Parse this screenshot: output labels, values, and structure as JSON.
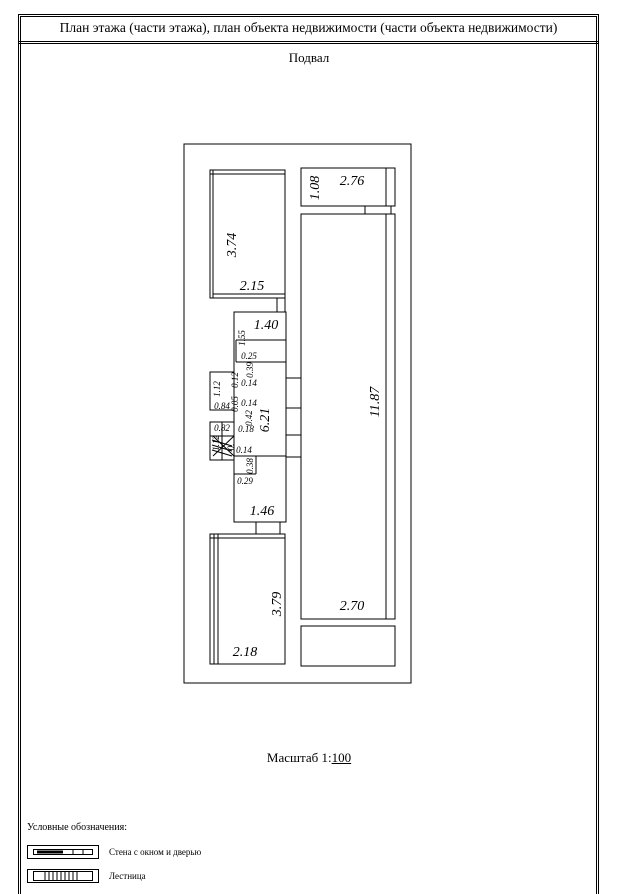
{
  "header": {
    "title": "План этажа (части этажа), план объекта недвижимости (части объекта недвижимости)"
  },
  "floor": {
    "name": "Подвал"
  },
  "plan": {
    "dimensions": {
      "d374": "3.74",
      "d215": "2.15",
      "d108": "1.08",
      "d276": "2.76",
      "d140": "1.40",
      "d155": "1.55",
      "d025": "0.25",
      "d039": "0.39",
      "d112a": "1.12",
      "d084": "0.84",
      "d005": "0.05",
      "d012": "0.12",
      "d014a": "0.14",
      "d014b": "0.14",
      "d042": "0.42",
      "d621": "6.21",
      "d082": "0.82",
      "d018": "0.18",
      "d112b": "1.12",
      "d0xx": "0.",
      "d014c": "0.14",
      "d038": "0.38",
      "d029": "0.29",
      "d146": "1.46",
      "d1187": "11.87",
      "d379": "3.79",
      "d270": "2.70",
      "d218": "2.18"
    }
  },
  "scale": {
    "label": "Масштаб 1:",
    "value": "100"
  },
  "legend": {
    "title": "Условные обозначения:",
    "items": [
      {
        "label": "Стена с окном и дверью"
      },
      {
        "label": "Лестница"
      }
    ]
  }
}
